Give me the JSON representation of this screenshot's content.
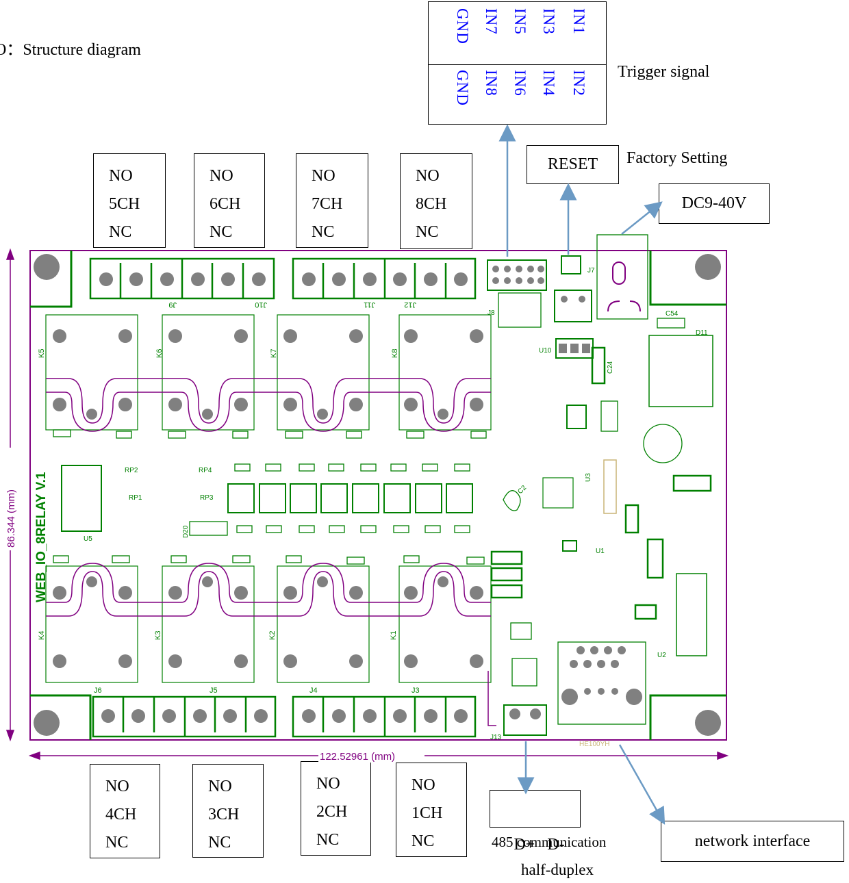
{
  "heading": "O：Structure diagram",
  "trigger": {
    "top_row": [
      "IN1",
      "IN3",
      "IN5",
      "IN7",
      "GND"
    ],
    "bottom_row": [
      "IN2",
      "IN4",
      "IN6",
      "IN8",
      "GND"
    ],
    "caption": "Trigger signal"
  },
  "reset": {
    "label": "RESET",
    "caption": "Factory Setting"
  },
  "power": {
    "label": "DC9-40V"
  },
  "top_channels": [
    {
      "no": "NO",
      "ch": "5CH",
      "nc": "NC"
    },
    {
      "no": "NO",
      "ch": "6CH",
      "nc": "NC"
    },
    {
      "no": "NO",
      "ch": "7CH",
      "nc": "NC"
    },
    {
      "no": "NO",
      "ch": "8CH",
      "nc": "NC"
    }
  ],
  "bottom_channels": [
    {
      "no": "NO",
      "ch": "4CH",
      "nc": "NC"
    },
    {
      "no": "NO",
      "ch": "3CH",
      "nc": "NC"
    },
    {
      "no": "NO",
      "ch": "2CH",
      "nc": "NC"
    },
    {
      "no": "NO",
      "ch": "1CH",
      "nc": "NC"
    }
  ],
  "rs485": {
    "label": "D+   D-",
    "caption1": "485 communication",
    "caption2": "half-duplex"
  },
  "network": {
    "label": "network interface"
  },
  "board": {
    "name": "WEB_IO_8RELAY V.1",
    "width_dim": "122.52961 (mm)",
    "height_dim": "86.344 (mm)",
    "relays_top": [
      "K5",
      "K6",
      "K7",
      "K8"
    ],
    "relays_bottom": [
      "K4",
      "K3",
      "K2",
      "K1"
    ],
    "connectors_top": [
      "J9",
      "J10",
      "J11",
      "J12"
    ],
    "connectors_bottom": [
      "J6",
      "J5",
      "J4",
      "J3"
    ],
    "misc_labels": [
      "J8",
      "J7",
      "J13",
      "U10",
      "U5",
      "D20",
      "RP1",
      "RP2",
      "RP3",
      "RP4",
      "C54",
      "D11",
      "C24",
      "C2",
      "U1",
      "U2",
      "U3",
      "HE100YH"
    ]
  },
  "colors": {
    "board_outline": "#800080",
    "silkscreen": "#008000",
    "pin_labels": "#0000ff",
    "arrows": "#6b9ac4"
  }
}
